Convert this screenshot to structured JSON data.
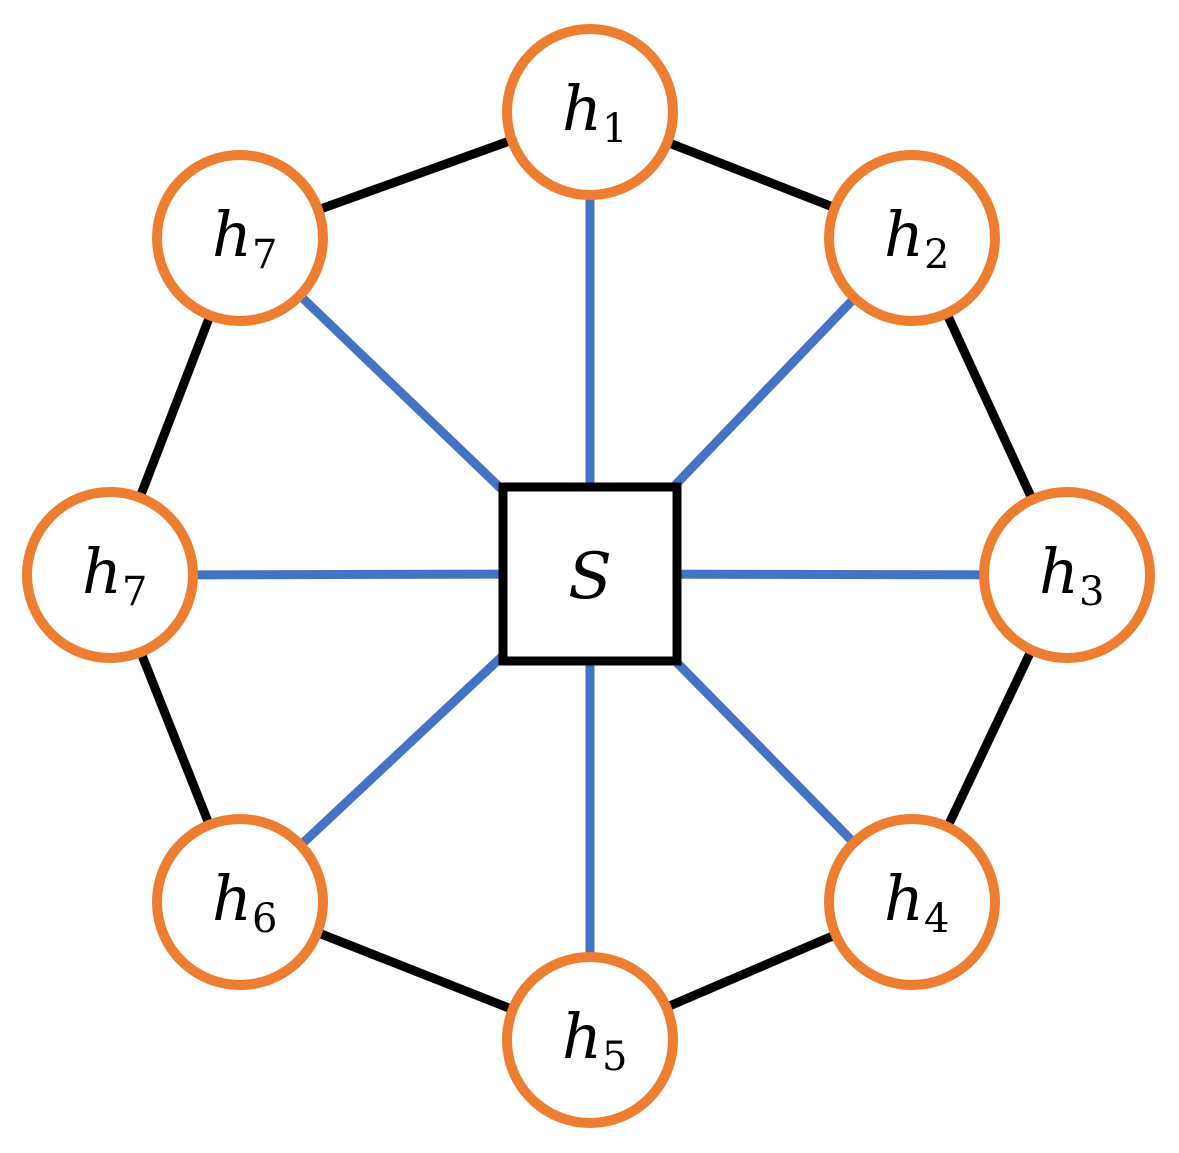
{
  "colors": {
    "ring_edge": "#000000",
    "spoke_edge": "#4472C4",
    "node_stroke": "#ED7D31",
    "node_fill": "#FFFFFF",
    "hub_stroke": "#000000",
    "hub_fill": "#FFFFFF"
  },
  "hub": {
    "label": "S"
  },
  "nodes": [
    {
      "id": "top",
      "base": "h",
      "sub": "1"
    },
    {
      "id": "top-right",
      "base": "h",
      "sub": "2"
    },
    {
      "id": "right",
      "base": "h",
      "sub": "3"
    },
    {
      "id": "bottom-right",
      "base": "h",
      "sub": "4"
    },
    {
      "id": "bottom",
      "base": "h",
      "sub": "5"
    },
    {
      "id": "bottom-left",
      "base": "h",
      "sub": "6"
    },
    {
      "id": "left",
      "base": "h",
      "sub": "7"
    },
    {
      "id": "top-left",
      "base": "h",
      "sub": "7"
    }
  ]
}
